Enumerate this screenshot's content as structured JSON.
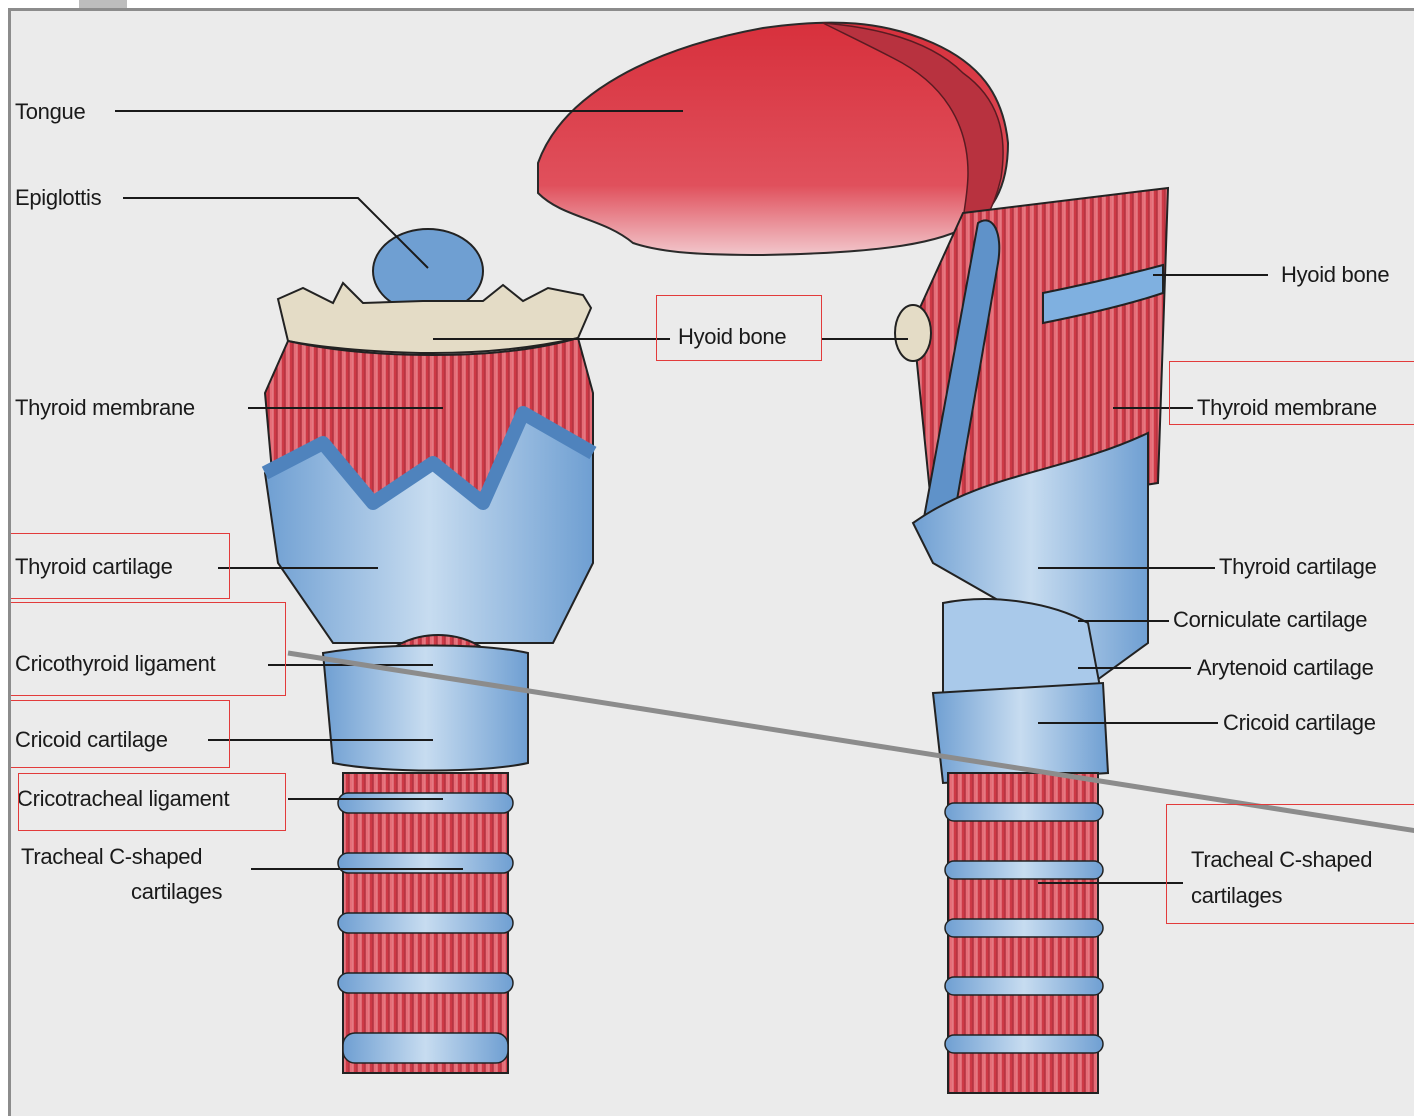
{
  "colors": {
    "background": "#ebebeb",
    "frame": "#8c8c8c",
    "muscle_red": "#d9414f",
    "cartilage_blue": "#8fb8e0",
    "cartilage_light": "#c9dcef",
    "bone": "#e4dcc6",
    "highlight_box": "#e23b3b"
  },
  "labels": {
    "tongue": "Tongue",
    "epiglottis": "Epiglottis",
    "thyroid_membrane_left": "Thyroid membrane",
    "thyroid_cartilage_left": "Thyroid cartilage",
    "cricothyroid_ligament": "Cricothyroid ligament",
    "cricoid_cartilage_left": "Cricoid cartilage",
    "cricotracheal_ligament": "Cricotracheal ligament",
    "tracheal_left_line1": "Tracheal C-shaped",
    "tracheal_left_line2": "cartilages",
    "hyoid_bone_center": "Hyoid bone",
    "hyoid_bone_right": "Hyoid bone",
    "thyroid_membrane_right": "Thyroid membrane",
    "thyroid_cartilage_right": "Thyroid cartilage",
    "corniculate_cartilage": "Corniculate cartilage",
    "arytenoid_cartilage": "Arytenoid cartilage",
    "cricoid_cartilage_right": "Cricoid cartilage",
    "tracheal_right_line1": "Tracheal C-shaped",
    "tracheal_right_line2": "cartilages"
  }
}
